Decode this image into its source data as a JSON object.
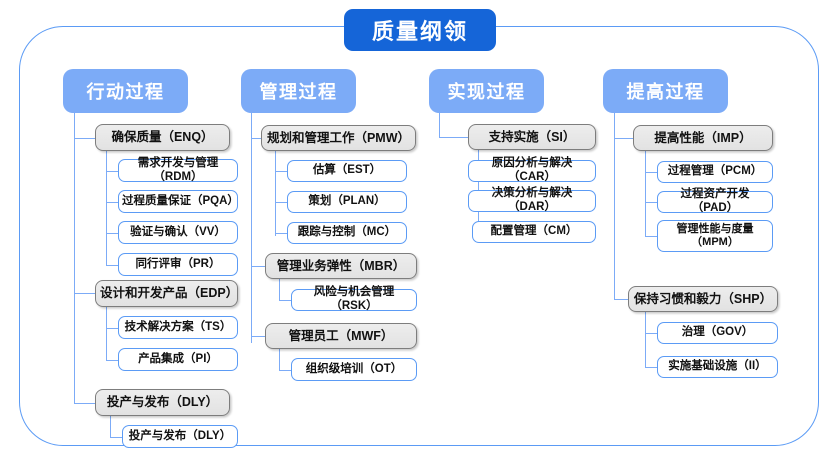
{
  "root": {
    "title": "质量纲领"
  },
  "columns": [
    {
      "id": "action",
      "header": "行动过程",
      "groups": [
        {
          "label": "确保质量（ENQ）",
          "children": [
            "需求开发与管理（RDM）",
            "过程质量保证（PQA）",
            "验证与确认（VV）",
            "同行评审（PR）"
          ]
        },
        {
          "label": "设计和开发产品（EDP）",
          "children": [
            "技术解决方案（TS）",
            "产品集成（PI）"
          ]
        },
        {
          "label": "投产与发布（DLY）",
          "children": [
            "投产与发布（DLY）"
          ]
        }
      ]
    },
    {
      "id": "management",
      "header": "管理过程",
      "groups": [
        {
          "label": "规划和管理工作（PMW）",
          "children": [
            "估算（EST）",
            "策划（PLAN）",
            "跟踪与控制（MC）"
          ]
        },
        {
          "label": "管理业务弹性（MBR）",
          "children": [
            "风险与机会管理（RSK）"
          ]
        },
        {
          "label": "管理员工（MWF）",
          "children": [
            "组织级培训（OT）"
          ]
        }
      ]
    },
    {
      "id": "implementation",
      "header": "实现过程",
      "groups": [
        {
          "label": "支持实施（SI）",
          "children": [
            "原因分析与解决（CAR）",
            "决策分析与解决（DAR）",
            "配置管理（CM）"
          ]
        }
      ]
    },
    {
      "id": "improvement",
      "header": "提高过程",
      "groups": [
        {
          "label": "提高性能（IMP）",
          "children": [
            "过程管理（PCM）",
            "过程资产开发（PAD）",
            "管理性能与度量\n（MPM）"
          ]
        },
        {
          "label": "保持习惯和毅力（SHP）",
          "children": [
            "治理（GOV）",
            "实施基础设施（II）"
          ]
        }
      ]
    }
  ],
  "colors": {
    "root_fill": "#1565d8",
    "header_fill": "#7cabf7",
    "group_fill": "#e6e6e6",
    "group_border": "#7d7d7d",
    "leaf_border": "#5b9bf5",
    "line": "#7cabf7",
    "frame_border": "#5b9bf5",
    "text": "#111111",
    "header_text": "#ffffff"
  }
}
